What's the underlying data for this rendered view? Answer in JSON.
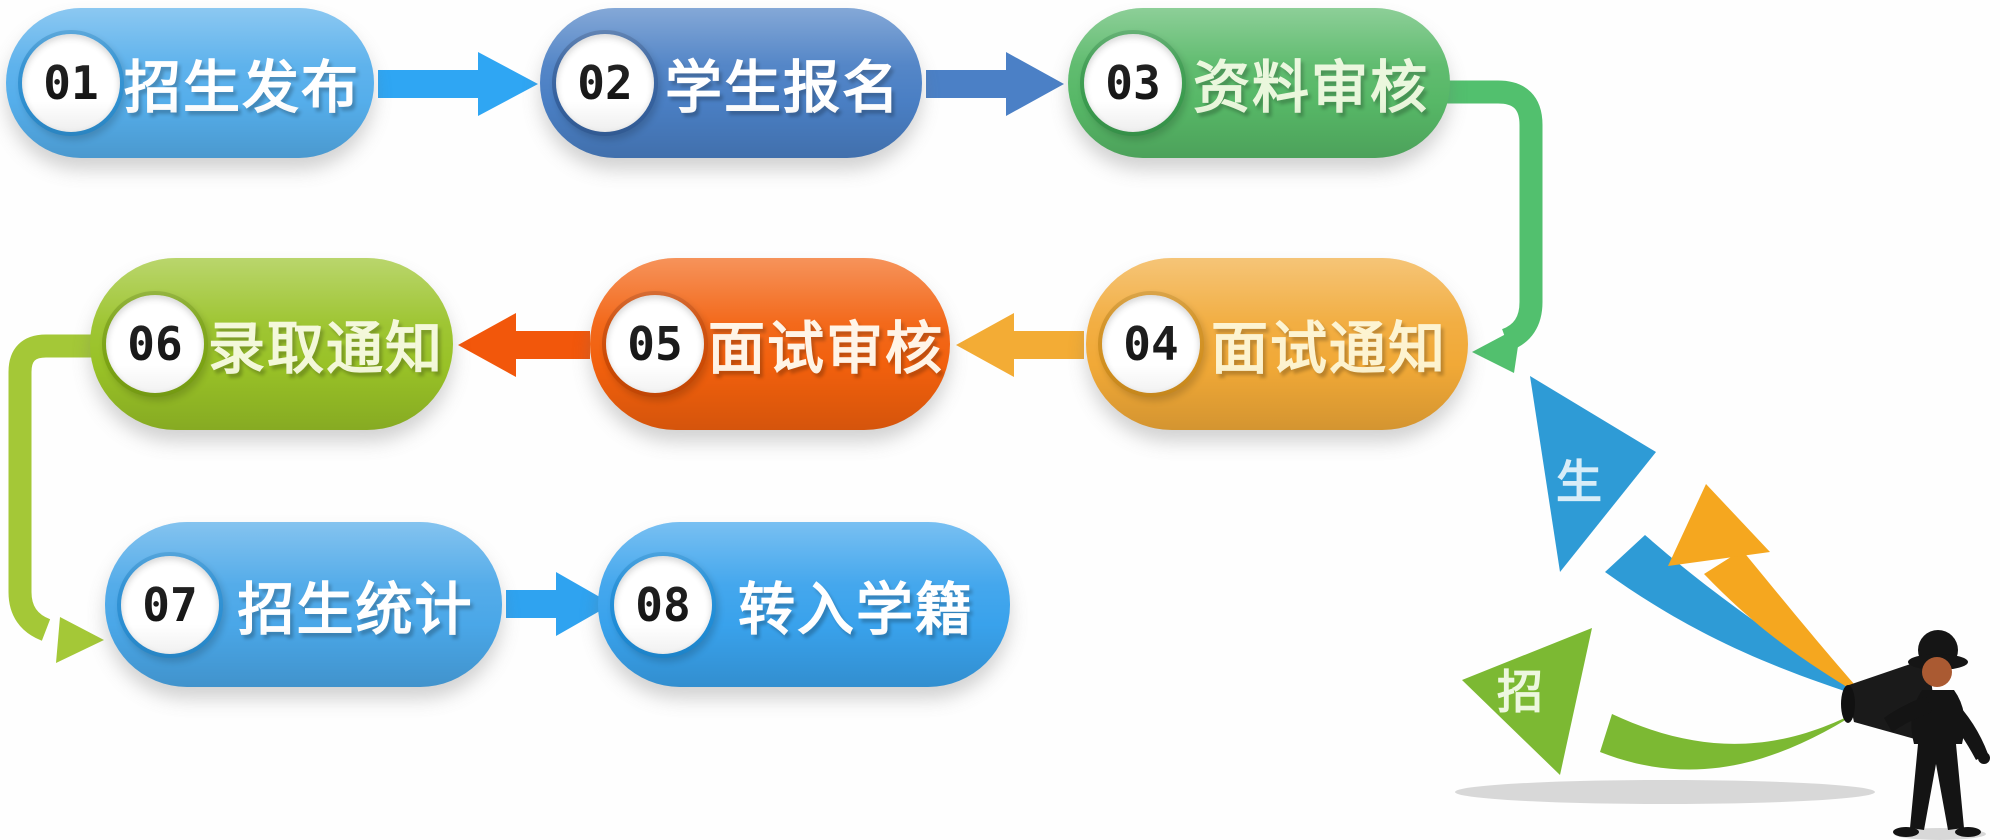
{
  "steps": [
    {
      "number": "01",
      "label": "招生发布",
      "color": "#55AEEB",
      "ring": "#2E8FD0",
      "text_color": "#FFFFFF"
    },
    {
      "number": "02",
      "label": "学生报名",
      "color": "#4A7FC4",
      "ring": "#35619E",
      "text_color": "#FFFFFF"
    },
    {
      "number": "03",
      "label": "资料审核",
      "color": "#57B867",
      "ring": "#3A9B4E",
      "text_color": "#EAF7DC"
    },
    {
      "number": "04",
      "label": "面试通知",
      "color": "#F1A937",
      "ring": "#D18F1F",
      "text_color": "#FDF3CF"
    },
    {
      "number": "05",
      "label": "面试审核",
      "color": "#F2600D",
      "ring": "#CC4A05",
      "text_color": "#FFF4E6"
    },
    {
      "number": "06",
      "label": "录取通知",
      "color": "#99C227",
      "ring": "#7BA314",
      "text_color": "#F3F8D9"
    },
    {
      "number": "07",
      "label": "招生统计",
      "color": "#4AA7E8",
      "ring": "#2A8ED2",
      "text_color": "#FFFFFF"
    },
    {
      "number": "08",
      "label": "转入学籍",
      "color": "#39A2EC",
      "ring": "#1F8CD6",
      "text_color": "#FFFFFF"
    }
  ],
  "arrows": {
    "a01_02": {
      "color": "#2FA6F3"
    },
    "a02_03": {
      "color": "#4B80C6"
    },
    "c03_04": {
      "color": "#52C06E"
    },
    "a04_05": {
      "color": "#F3AC35"
    },
    "a05_06": {
      "color": "#F2570B"
    },
    "c06_07": {
      "color": "#A4C837"
    },
    "a07_08": {
      "color": "#2FA3F0"
    }
  },
  "illustration": {
    "green_arrow_char": "招",
    "blue_arrow_char": "生",
    "green": "#7CB933",
    "blue": "#2E9BD6",
    "yellow": "#F5A71F",
    "green_char_color": "#EDF7DF",
    "blue_char_color": "#D8EDF8"
  }
}
